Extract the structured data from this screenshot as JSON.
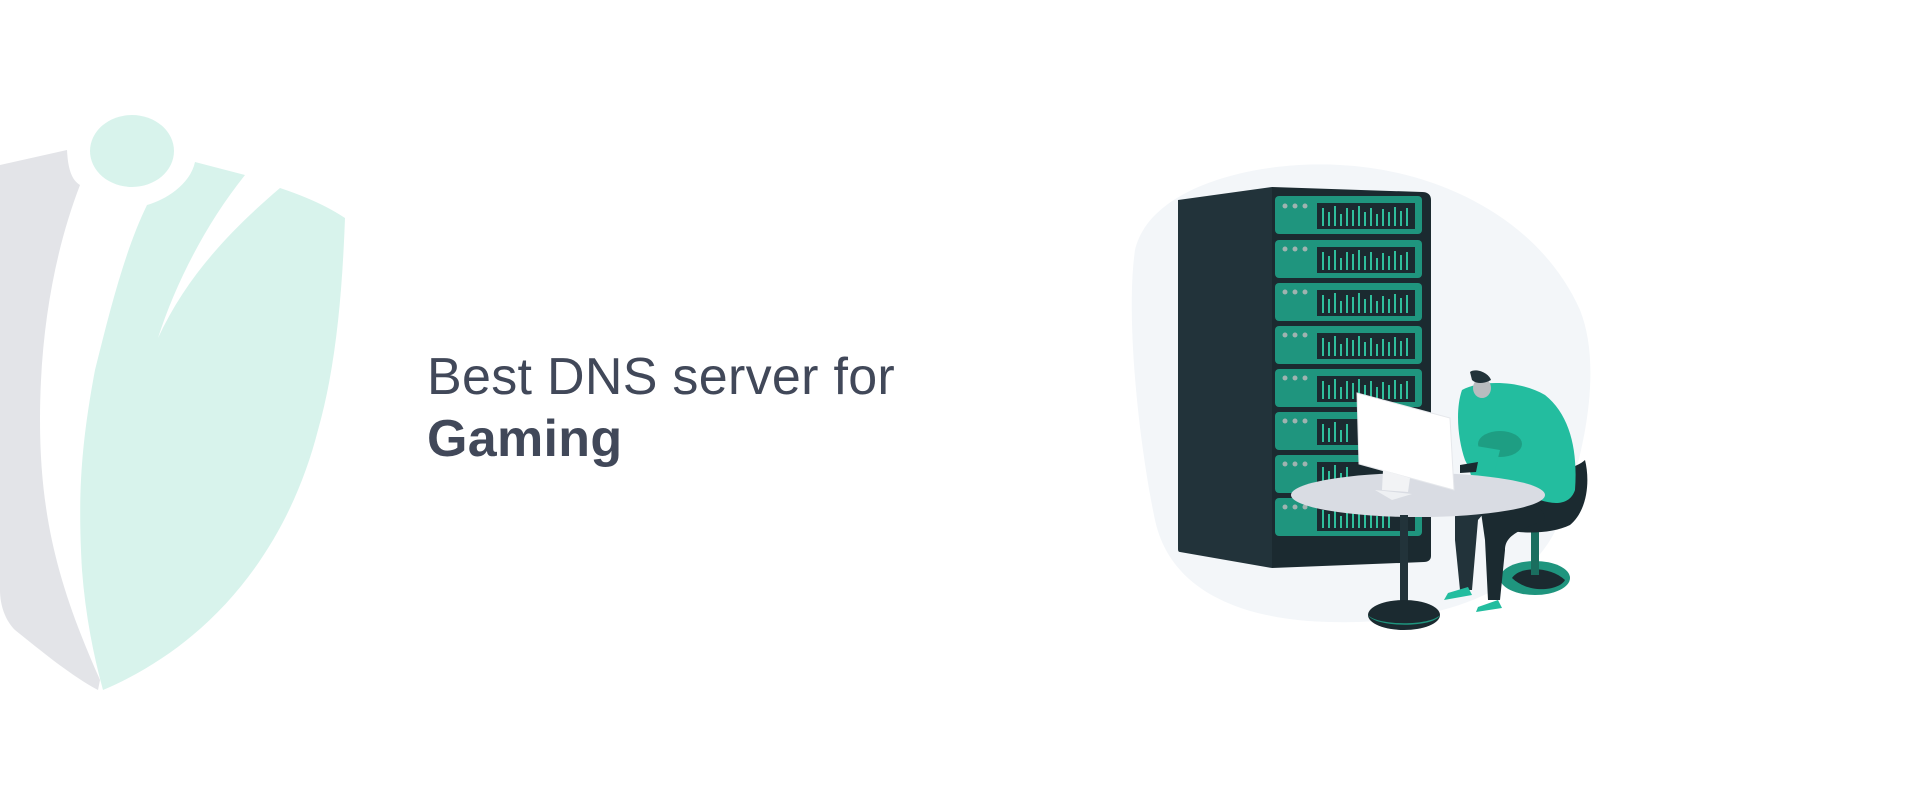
{
  "hero": {
    "headline_line1": "Best DNS server for",
    "headline_line2": "Gaming"
  },
  "decor": {
    "logo_icon": "shield-logo-icon",
    "illustration": "server-rack-person-illustration"
  },
  "colors": {
    "text": "#414859",
    "logo_mint": "#d8f3ec",
    "logo_gray": "#e3e4e8",
    "rack_dark": "#22333a",
    "rack_unit": "#1f957e",
    "person_green": "#23bd9f",
    "blob": "#f3f6f9",
    "table": "#d9dce3"
  }
}
